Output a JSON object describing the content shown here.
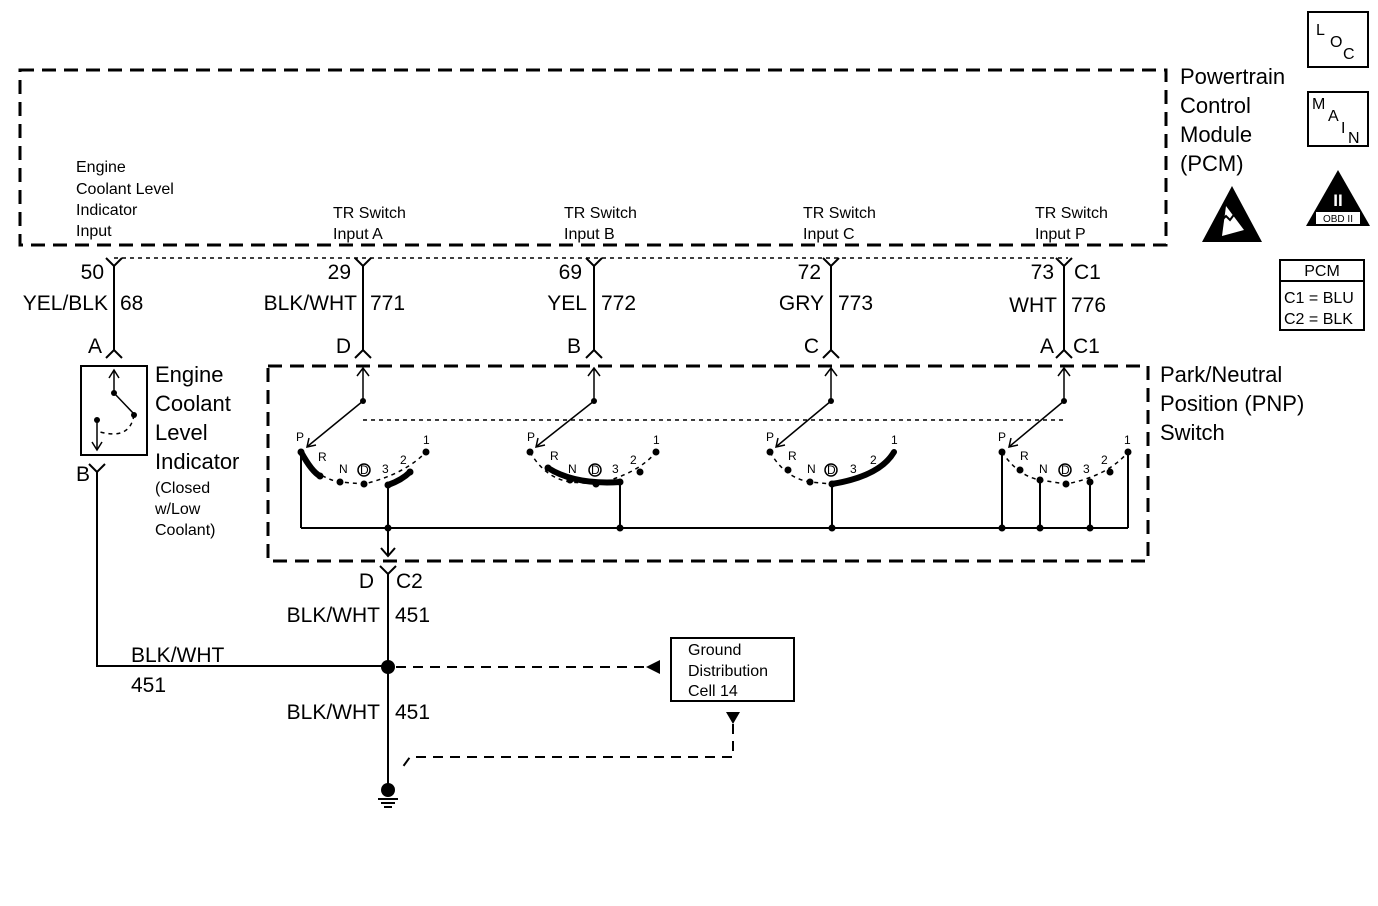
{
  "pcm": {
    "title_lines": [
      "Powertrain",
      "Control",
      "Module",
      "(PCM)"
    ],
    "inputs": [
      {
        "label_lines": [
          "Engine",
          "Coolant Level",
          "Indicator",
          "Input"
        ],
        "pin": "50",
        "color": "YEL/BLK",
        "circuit": "68",
        "connector": "A"
      },
      {
        "label_lines": [
          "TR Switch",
          "Input A"
        ],
        "pin": "29",
        "color": "BLK/WHT",
        "circuit": "771",
        "connector": "D"
      },
      {
        "label_lines": [
          "TR Switch",
          "Input B"
        ],
        "pin": "69",
        "color": "YEL",
        "circuit": "772",
        "connector": "B"
      },
      {
        "label_lines": [
          "TR Switch",
          "Input C"
        ],
        "pin": "72",
        "color": "GRY",
        "circuit": "773",
        "connector": "C"
      },
      {
        "label_lines": [
          "TR Switch",
          "Input P"
        ],
        "pin": "73",
        "connector_id_top": "C1",
        "color": "WHT",
        "circuit": "776",
        "connector": "A",
        "connector_id_bottom": "C1"
      }
    ],
    "connector_legend": {
      "title": "PCM",
      "c1": "C1 = BLU",
      "c2": "C2 = BLK"
    }
  },
  "icons": {
    "loc": {
      "letters": [
        "L",
        "O",
        "C"
      ]
    },
    "main": {
      "letters": [
        "M",
        "A",
        "I",
        "N"
      ]
    },
    "obd": {
      "numeral": "II",
      "label": "OBD II"
    },
    "esd": "esd-warning-icon"
  },
  "coolant_indicator": {
    "label_lines": [
      "Engine",
      "Coolant",
      "Level",
      "Indicator"
    ],
    "note_lines": [
      "(Closed",
      "w/Low",
      "Coolant)"
    ],
    "bottom_connector": "B"
  },
  "pnp_switch": {
    "label_lines": [
      "Park/Neutral",
      "Position (PNP)",
      "Switch"
    ],
    "positions": [
      "P",
      "R",
      "N",
      "D",
      "3",
      "2",
      "1"
    ],
    "output": {
      "connector": "D",
      "connector_id": "C2",
      "color": "BLK/WHT",
      "circuit": "451"
    }
  },
  "ground": {
    "left_wire": {
      "color": "BLK/WHT",
      "circuit": "451"
    },
    "lower_wire": {
      "color": "BLK/WHT",
      "circuit": "451"
    },
    "distribution_lines": [
      "Ground",
      "Distribution",
      "Cell 14"
    ]
  }
}
